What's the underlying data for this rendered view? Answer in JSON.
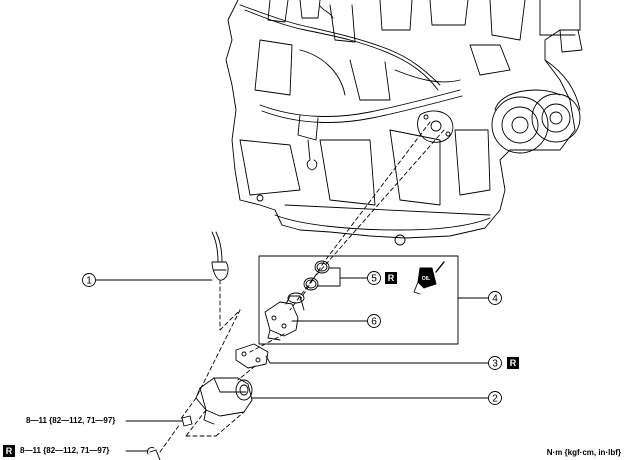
{
  "callouts": [
    {
      "number": "1"
    },
    {
      "number": "2"
    },
    {
      "number": "3"
    },
    {
      "number": "4"
    },
    {
      "number": "5"
    },
    {
      "number": "6"
    }
  ],
  "badges": {
    "replace_label": "R",
    "oil_label": "OIL"
  },
  "torque_specs": [
    {
      "text": "8—11 {82—112, 71—97}"
    },
    {
      "text": "8—11 {82—112, 71—97}"
    }
  ],
  "units_note": "N·m {kgf·cm,  in·lbf}"
}
